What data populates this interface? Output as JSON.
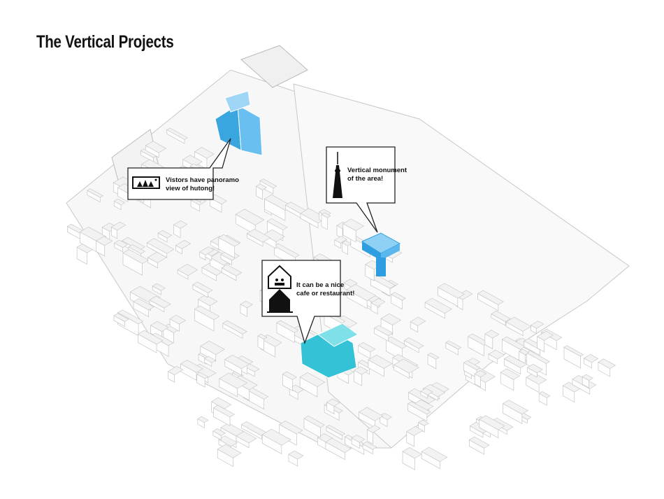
{
  "title": "The Vertical Projects",
  "callouts": [
    {
      "text_line1": "Vistors have panoramo",
      "text_line2": "view of hutong!",
      "icon": "panorama-icon"
    },
    {
      "text_line1": "Vertical monument",
      "text_line2": "of the area!",
      "icon": "tower-icon"
    },
    {
      "text_line1": "It can be a nice",
      "text_line2": "cafe or restaurant!",
      "icon": "house-cafe-icon"
    }
  ],
  "colors": {
    "tower": "#3aa6e0",
    "monument": "#2f9ee0",
    "cafe": "#34c3d6",
    "building_stroke": "#b9b9b9"
  }
}
